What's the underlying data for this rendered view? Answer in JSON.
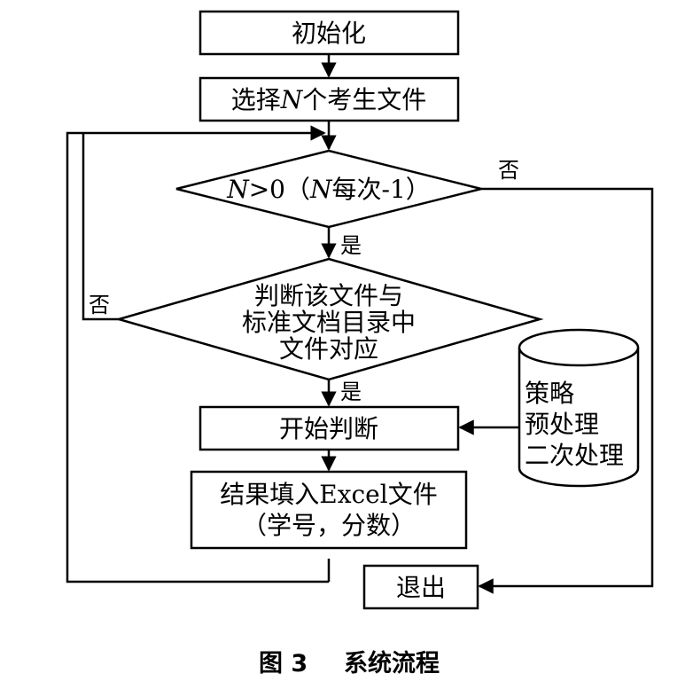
{
  "flowchart": {
    "init": "初始化",
    "select": {
      "prefix": "选择",
      "var": "N",
      "suffix": "个考生文件"
    },
    "loop_cond": {
      "var1": "N",
      "mid": ">0（",
      "var2": "N",
      "suffix": "每次-1）"
    },
    "yes1": "是",
    "no1": "否",
    "match_cond": [
      "判断该文件与",
      "标准文档目录中",
      "文件对应"
    ],
    "no2": "否",
    "yes2": "是",
    "start_judge": "开始判断",
    "result": [
      "结果填入Excel文件",
      "（学号，分数）"
    ],
    "exit": "退出",
    "db": [
      "策略",
      "预处理",
      "二次处理"
    ]
  },
  "caption": {
    "figure": "图 3",
    "title": "系统流程"
  }
}
